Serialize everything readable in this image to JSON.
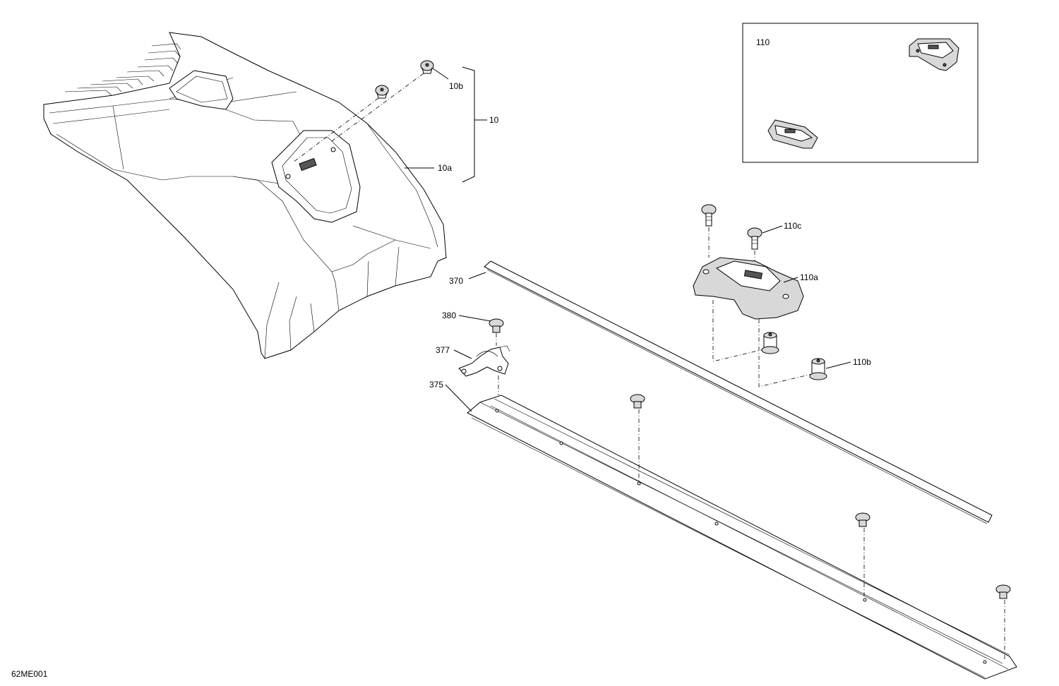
{
  "drawing_code": "62ME001",
  "callouts": {
    "c10": "10",
    "c10a": "10a",
    "c10b": "10b",
    "c110": "110",
    "c110a": "110a",
    "c110b": "110b",
    "c110c": "110c",
    "c370": "370",
    "c375": "375",
    "c377": "377",
    "c380": "380"
  },
  "parts": [
    {
      "ref": "10",
      "name": "front-cover-assembly"
    },
    {
      "ref": "10a",
      "name": "front-cover"
    },
    {
      "ref": "10b",
      "name": "screw"
    },
    {
      "ref": "110",
      "name": "handle-kit-inset"
    },
    {
      "ref": "110a",
      "name": "handle"
    },
    {
      "ref": "110b",
      "name": "nut-insert"
    },
    {
      "ref": "110c",
      "name": "screw"
    },
    {
      "ref": "370",
      "name": "trim-strip"
    },
    {
      "ref": "375",
      "name": "rail"
    },
    {
      "ref": "377",
      "name": "clamp"
    },
    {
      "ref": "380",
      "name": "push-rivet"
    }
  ]
}
